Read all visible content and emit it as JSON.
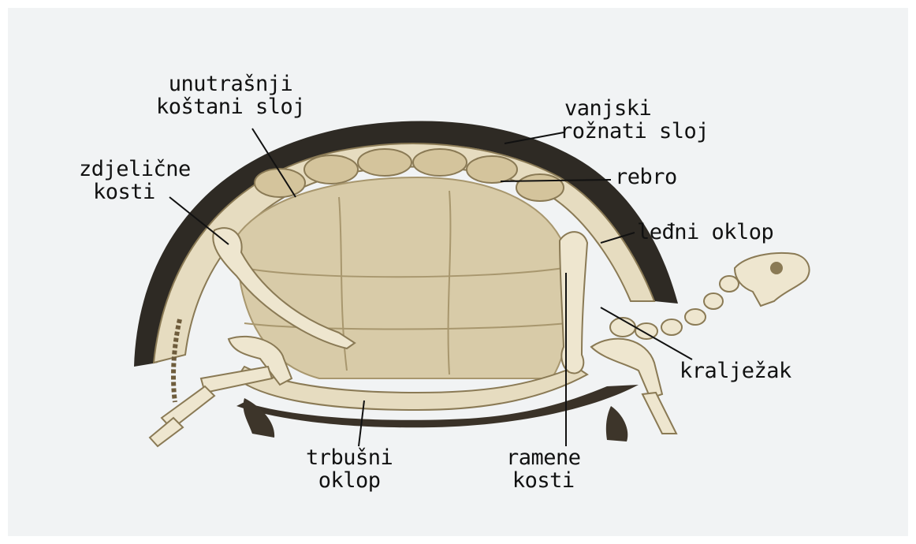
{
  "diagram": {
    "labels": {
      "unutrasnji": [
        "unutrašnji",
        "koštani sloj"
      ],
      "vanjski": [
        "vanjski",
        "rožnati sloj"
      ],
      "zdjelicne": [
        "zdjelične",
        "kosti"
      ],
      "rebro": [
        "rebro"
      ],
      "ledni": [
        "leđni oklop"
      ],
      "kraljezak": [
        "kralježak"
      ],
      "trbusni": [
        "trbušni",
        "oklop"
      ],
      "ramene": [
        "ramene",
        "kosti"
      ]
    }
  },
  "colors": {
    "background": "#f1f3f4",
    "outer_shell": "#2e2a24",
    "bone": "#e6dcc0",
    "interior": "#d8cba8",
    "leader_line": "#111111"
  }
}
